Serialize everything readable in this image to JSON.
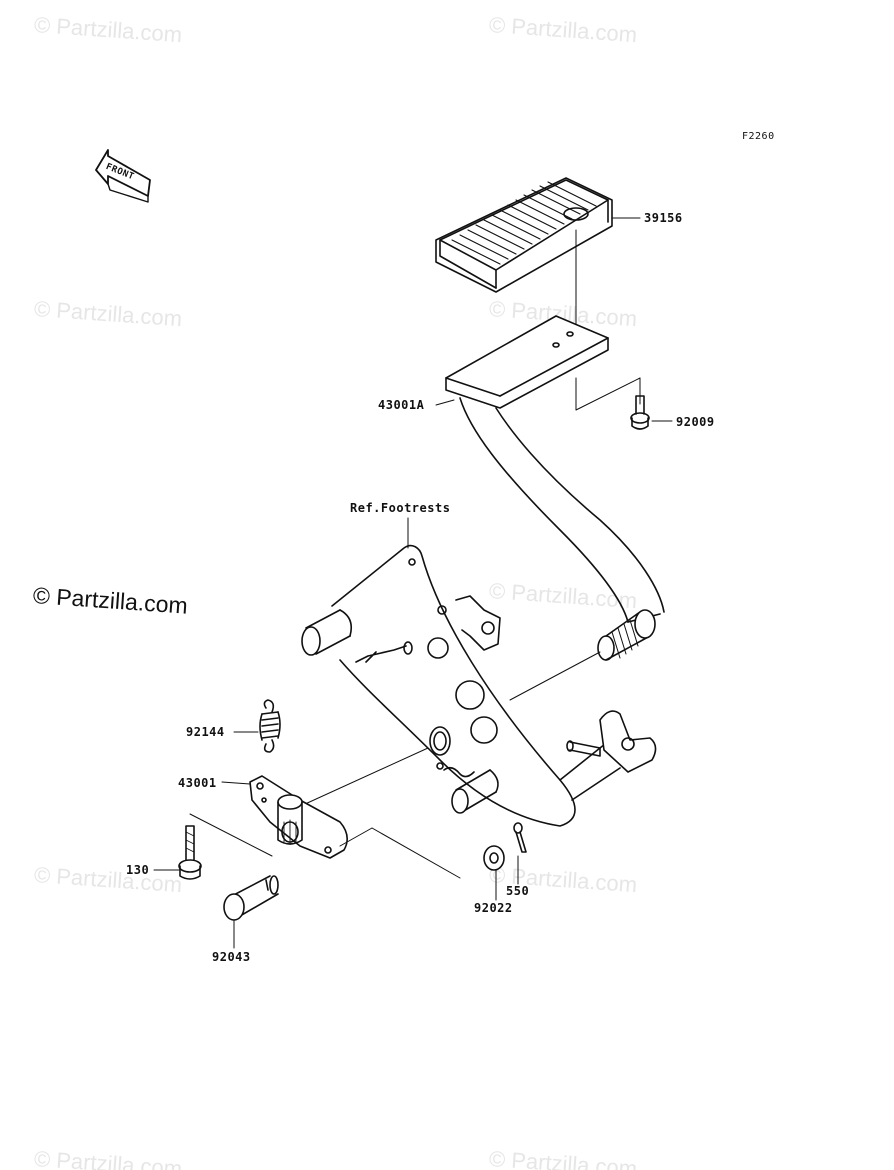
{
  "figure_code": "F2260",
  "front_label": "FRONT",
  "watermark": "© Partzilla.com",
  "ref_label": "Ref.Footrests",
  "parts": {
    "p39156": "39156",
    "p43001a": "43001A",
    "p92009": "92009",
    "p92144": "92144",
    "p43001": "43001",
    "p130": "130",
    "p550": "550",
    "p92022": "92022",
    "p92043": "92043"
  }
}
